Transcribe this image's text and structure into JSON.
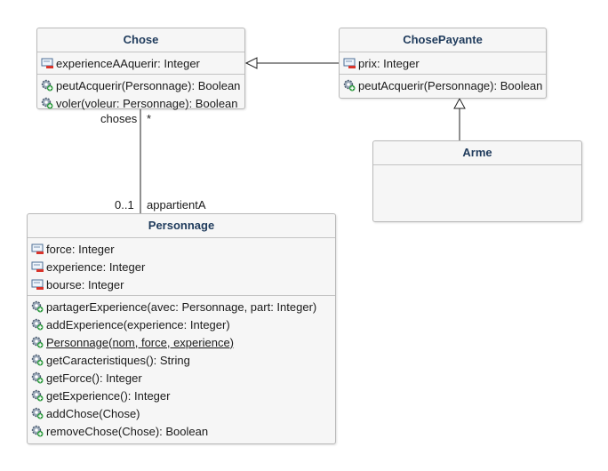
{
  "classes": {
    "chose": {
      "name": "Chose",
      "attributes": [
        "experienceAAquerir: Integer"
      ],
      "operations": [
        "peutAcquerir(Personnage): Boolean",
        "voler(voleur: Personnage): Boolean"
      ]
    },
    "chosePayante": {
      "name": "ChosePayante",
      "attributes": [
        "prix: Integer"
      ],
      "operations": [
        "peutAcquerir(Personnage): Boolean"
      ]
    },
    "arme": {
      "name": "Arme"
    },
    "personnage": {
      "name": "Personnage",
      "attributes": [
        "force: Integer",
        "experience: Integer",
        "bourse: Integer"
      ],
      "operations": [
        "partagerExperience(avec: Personnage, part: Integer)",
        "addExperience(experience: Integer)",
        "Personnage(nom, force, experience)",
        "getCaracteristiques(): String",
        "getForce(): Integer",
        "getExperience(): Integer",
        "addChose(Chose)",
        "removeChose(Chose): Boolean"
      ]
    }
  },
  "association": {
    "role_chose_end": "choses",
    "multiplicity_chose_end": "*",
    "multiplicity_personnage_end": "0..1",
    "role_personnage_end": "appartientA"
  },
  "colors": {
    "title": "#1f3b5c",
    "private_marker": "#d9342b",
    "public_marker": "#2e9b3f"
  },
  "icons": {
    "attribute": "field-icon",
    "operation": "gear-icon"
  }
}
